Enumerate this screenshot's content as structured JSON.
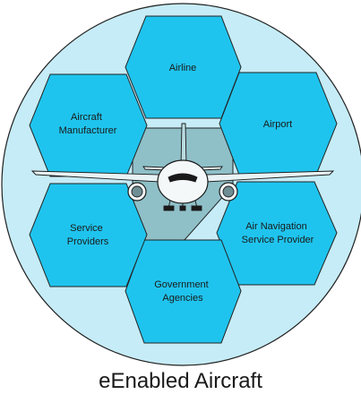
{
  "title": "eEnabled Aircraft",
  "colors": {
    "circle_fill": "#c6ecf7",
    "hex_fill": "#1fc4ee",
    "center_fill": "#8fc0c8",
    "outline": "#222222"
  },
  "hexagons": [
    {
      "id": "airline",
      "lines": [
        "Airline"
      ]
    },
    {
      "id": "airport",
      "lines": [
        "Airport"
      ]
    },
    {
      "id": "air-navigation",
      "lines": [
        "Air Navigation",
        "Service Provider"
      ]
    },
    {
      "id": "government",
      "lines": [
        "Government",
        "Agencies"
      ]
    },
    {
      "id": "service-providers",
      "lines": [
        "Service",
        "Providers"
      ]
    },
    {
      "id": "aircraft-manufacturer",
      "lines": [
        "Aircraft",
        "Manufacturer"
      ]
    }
  ],
  "center": {
    "icon": "airplane-icon"
  }
}
